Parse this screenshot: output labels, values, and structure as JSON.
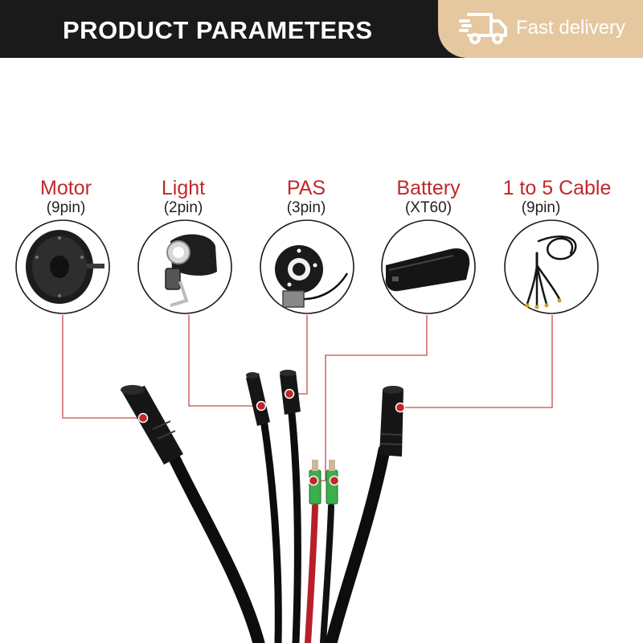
{
  "header": {
    "title": "PRODUCT PARAMETERS",
    "delivery_label": "Fast delivery"
  },
  "components": [
    {
      "name": "Motor",
      "spec": "(9pin)"
    },
    {
      "name": "Light",
      "spec": "(2pin)"
    },
    {
      "name": "PAS",
      "spec": "(3pin)"
    },
    {
      "name": "Battery",
      "spec": "(XT60)"
    },
    {
      "name": "1 to 5 Cable",
      "spec": "(9pin)"
    }
  ],
  "colors": {
    "header_bg": "#1a1a1a",
    "delivery_bg": "#e5c8a0",
    "accent_red": "#c0282a",
    "callout_line": "#c84a4a",
    "cable": "#0d0d0d"
  },
  "icons": [
    "delivery-truck-icon"
  ]
}
